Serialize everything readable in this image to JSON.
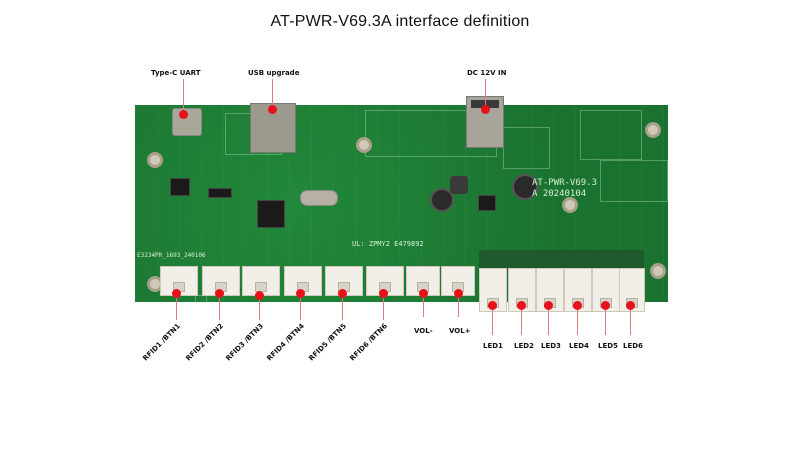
{
  "title": "AT-PWR-V69.3A interface definition",
  "board": {
    "silkscreen_model": "AT-PWR-V69.3",
    "silkscreen_date": "A 20240104",
    "silkscreen_ul": "UL: ZPMY2 E479892",
    "silkscreen_left": "E3234PR_1693_240106",
    "color": "#1b7a32"
  },
  "marker_color": "#e8101a",
  "line_color": "#e07a80",
  "top_labels": [
    {
      "id": "type-c-uart",
      "label": "Type-C UART"
    },
    {
      "id": "usb-upgrade",
      "label": "USB  upgrade"
    },
    {
      "id": "dc-12v-in",
      "label": "DC 12V IN"
    }
  ],
  "bottom_labels": [
    {
      "id": "rfid1-btn1",
      "label": "RFID1 /BTN1"
    },
    {
      "id": "rfid2-btn2",
      "label": "RFID2 /BTN2"
    },
    {
      "id": "rfid3-btn3",
      "label": "RFID3 /BTN3"
    },
    {
      "id": "rfid4-btn4",
      "label": "RFID4 /BTN4"
    },
    {
      "id": "rfid5-btn5",
      "label": "RFID5 /BTN5"
    },
    {
      "id": "rfid6-btn6",
      "label": "RFID6 /BTN6"
    },
    {
      "id": "vol-minus",
      "label": "VOL-"
    },
    {
      "id": "vol-plus",
      "label": "VOL+"
    }
  ],
  "led_labels": [
    {
      "id": "led1",
      "label": "LED1"
    },
    {
      "id": "led2",
      "label": "LED2"
    },
    {
      "id": "led3",
      "label": "LED3"
    },
    {
      "id": "led4",
      "label": "LED4"
    },
    {
      "id": "led5",
      "label": "LED5"
    },
    {
      "id": "led6",
      "label": "LED6"
    }
  ]
}
